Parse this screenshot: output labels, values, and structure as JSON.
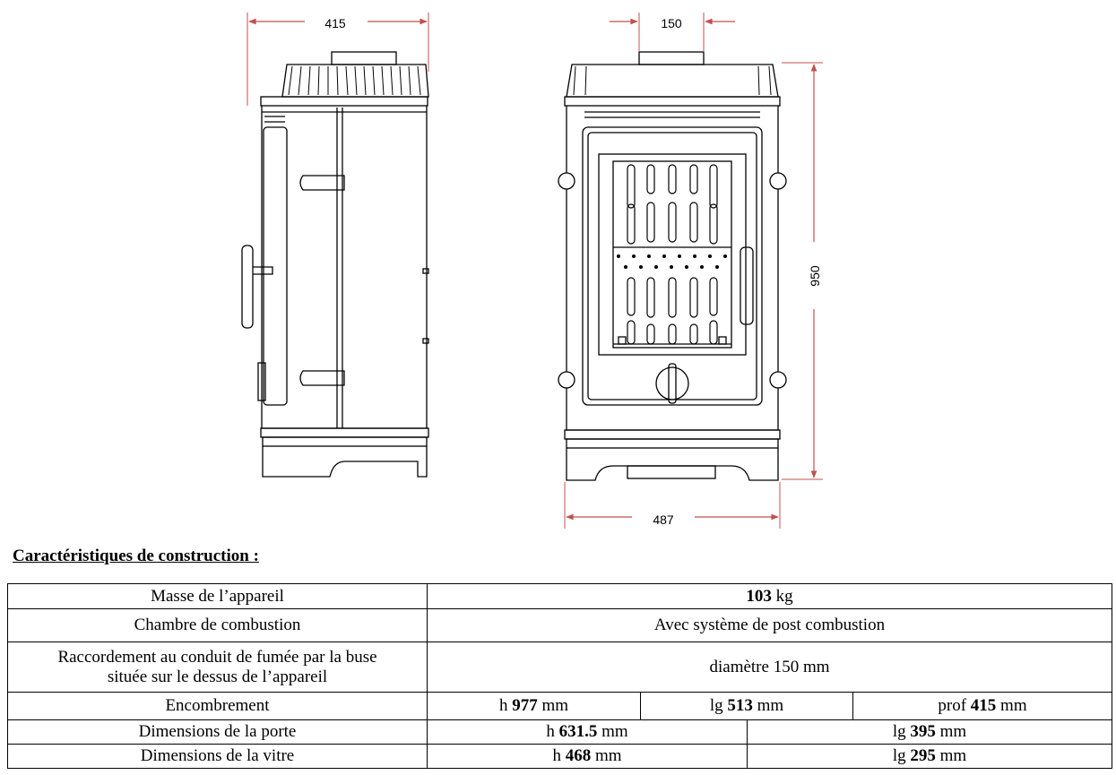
{
  "drawing": {
    "side_depth": "415",
    "front_flue_diameter": "150",
    "front_height": "950",
    "front_width": "487",
    "line_color": "#000000",
    "dim_color": "#c0504d"
  },
  "section": {
    "heading": "Caractéristiques de construction :"
  },
  "table": {
    "rows": [
      {
        "label": "Masse de l’appareil",
        "value_bold": "103",
        "value_unit": " kg"
      },
      {
        "label": "Chambre de combustion",
        "value": "Avec système de post combustion"
      },
      {
        "label_line1": "Raccordement au conduit de fumée par la buse",
        "label_line2": "située sur le dessus de l’appareil",
        "value": "diamètre 150 mm"
      },
      {
        "label": "Encombrement",
        "h": {
          "prefix": "h ",
          "bold": "977",
          "unit": " mm"
        },
        "lg": {
          "prefix": "lg ",
          "bold": "513",
          "unit": " mm"
        },
        "prof": {
          "prefix": "prof ",
          "bold": "415",
          "unit": " mm"
        }
      },
      {
        "label": "Dimensions de la porte",
        "h": {
          "prefix": "h ",
          "bold": "631.5",
          "unit": " mm"
        },
        "lg": {
          "prefix": "lg ",
          "bold": "395",
          "unit": " mm"
        }
      },
      {
        "label": "Dimensions de la vitre",
        "h": {
          "prefix": "h ",
          "bold": "468",
          "unit": " mm"
        },
        "lg": {
          "prefix": "lg ",
          "bold": "295",
          "unit": " mm"
        }
      }
    ]
  }
}
